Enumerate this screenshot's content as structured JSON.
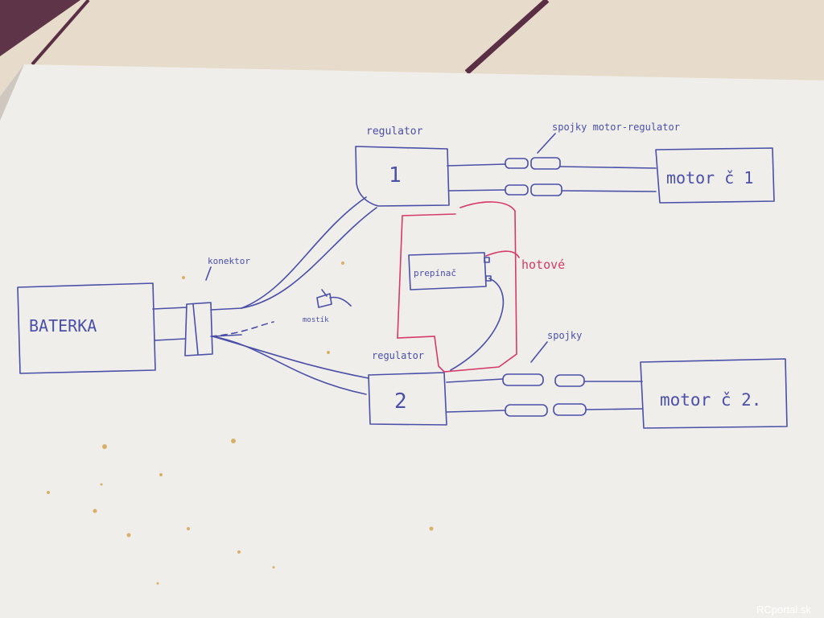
{
  "colors": {
    "ink_blue": "#4a4fa8",
    "ink_red": "#d63a6a",
    "paper": "#eeede9",
    "table": "#e4d8c6"
  },
  "diagram": {
    "battery_label": "BATERKA",
    "connector_label": "konektor",
    "regulator1_caption": "regulator",
    "regulator1_number": "1",
    "regulator2_caption": "regulator",
    "regulator2_number": "2",
    "motor1_label": "motor č 1",
    "motor2_label": "motor č 2.",
    "connectors_top_label": "spojky motor-regulator",
    "connectors_bottom_label": "spojky",
    "switch_label": "prepínač",
    "jumper_label": "mostík",
    "red_note": "hotové"
  },
  "watermark": "RCportal.sk"
}
